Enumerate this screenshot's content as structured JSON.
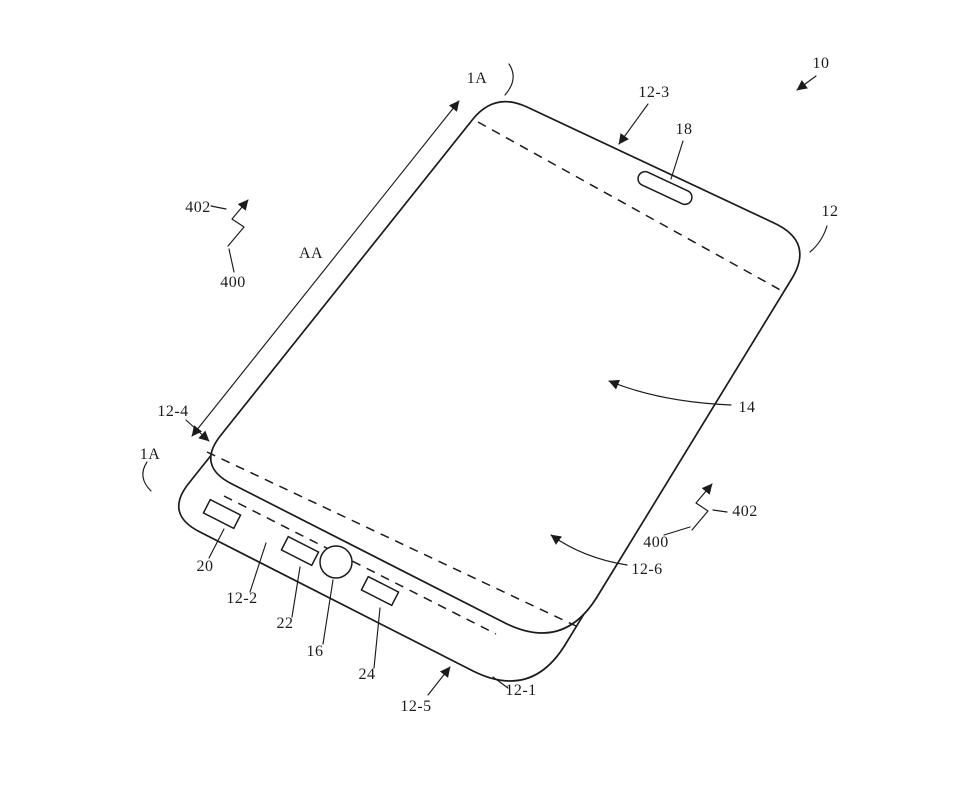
{
  "figure": {
    "kind": "patent line drawing of handheld electronic device",
    "colors": {
      "ink": "#1b1b1b",
      "background": "#ffffff"
    },
    "labels": {
      "section_top": "1A",
      "device": "10",
      "top_edge": "12-3",
      "speaker": "18",
      "housing": "12",
      "force_left": "402",
      "force_left_ref": "400",
      "dimension": "AA",
      "left_edge": "12-4",
      "section_left": "1A",
      "display": "14",
      "force_right": "402",
      "force_right_ref": "400",
      "right_region": "12-6",
      "port_a": "20",
      "bottom_region": "12-2",
      "port_b": "22",
      "button": "16",
      "port_c": "24",
      "bottom_edge": "12-5",
      "bottom_corner": "12-1"
    }
  }
}
